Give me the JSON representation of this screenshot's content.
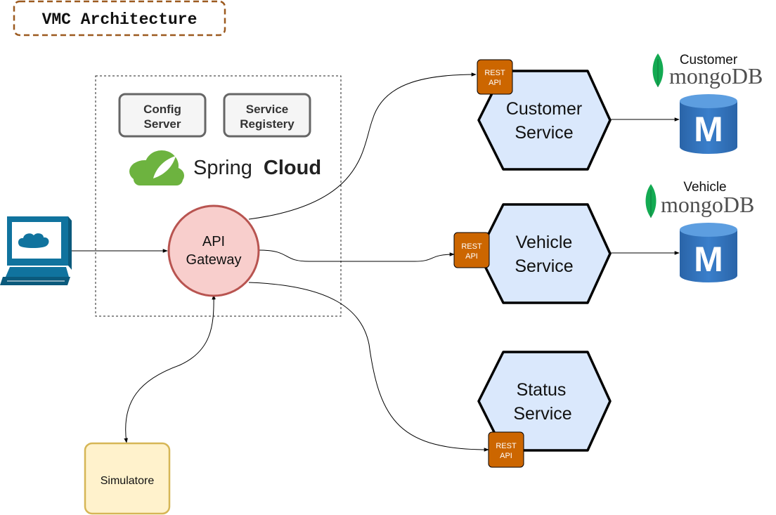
{
  "title": "VMC Architecture",
  "cloud": {
    "config_server": [
      "Config",
      "Server"
    ],
    "service_registry": [
      "Service",
      "Registery"
    ],
    "brand_spring": "Spring",
    "brand_cloud": "Cloud"
  },
  "gateway": {
    "line1": "API",
    "line2": "Gateway"
  },
  "services": {
    "customer": {
      "line1": "Customer",
      "line2": "Service",
      "api": [
        "REST",
        "API"
      ]
    },
    "vehicle": {
      "line1": "Vehicle",
      "line2": "Service",
      "api": [
        "REST",
        "API"
      ]
    },
    "status": {
      "line1": "Status",
      "line2": "Service",
      "api": [
        "REST",
        "API"
      ]
    }
  },
  "databases": {
    "customer": {
      "label": "Customer",
      "brand": "mongoDB",
      "glyph": "M"
    },
    "vehicle": {
      "label": "Vehicle",
      "brand": "mongoDB",
      "glyph": "M"
    }
  },
  "simulator": {
    "label": "Simulatore"
  },
  "icons": [
    "computer-client-icon",
    "spring-leaf-icon",
    "mongodb-leaf-icon",
    "database-cylinder-icon"
  ],
  "colors": {
    "title_border": "#9c5a1f",
    "gateway_fill": "#f8cecc",
    "gateway_stroke": "#b85450",
    "service_fill": "#dae8fc",
    "rest_fill": "#cc6600",
    "db_blue": "#2f6fb5",
    "spring_green": "#6db33f",
    "mongo_green": "#13aa52",
    "client_blue": "#10739e",
    "simulator_fill": "#fff2cc",
    "simulator_stroke": "#d6b656"
  }
}
